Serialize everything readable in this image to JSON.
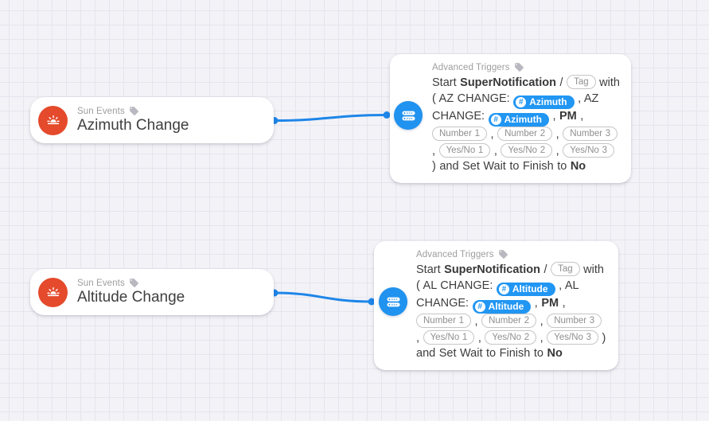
{
  "colors": {
    "background": "#f3f2f7",
    "grid_line": "#e6e5ed",
    "accent_blue": "#2196f3",
    "edge_blue": "#1e86e8",
    "sun_red": "#e44a2b"
  },
  "hash_symbol": "#",
  "nodes": {
    "trigger1": {
      "category": "Sun Events",
      "title": "Azimuth Change"
    },
    "trigger2": {
      "category": "Sun Events",
      "title": "Altitude Change"
    },
    "action1": {
      "category": "Advanced Triggers",
      "segments": [
        {
          "t": "text",
          "v": "Start "
        },
        {
          "t": "b",
          "v": "SuperNotification"
        },
        {
          "t": "text",
          "v": " / "
        },
        {
          "t": "pill",
          "v": "Tag"
        },
        {
          "t": "text",
          "v": " with ( AZ CHANGE: "
        },
        {
          "t": "bluepill",
          "v": "Azimuth"
        },
        {
          "t": "text",
          "v": " , AZ CHANGE: "
        },
        {
          "t": "bluepill",
          "v": "Azimuth"
        },
        {
          "t": "text",
          "v": " , "
        },
        {
          "t": "b",
          "v": "PM"
        },
        {
          "t": "text",
          "v": " , "
        },
        {
          "t": "pill",
          "v": "Number 1"
        },
        {
          "t": "text",
          "v": " , "
        },
        {
          "t": "pill",
          "v": "Number 2"
        },
        {
          "t": "text",
          "v": " , "
        },
        {
          "t": "pill",
          "v": "Number 3"
        },
        {
          "t": "text",
          "v": " , "
        },
        {
          "t": "pill",
          "v": "Yes/No 1"
        },
        {
          "t": "text",
          "v": " , "
        },
        {
          "t": "pill",
          "v": "Yes/No 2"
        },
        {
          "t": "text",
          "v": " , "
        },
        {
          "t": "pill",
          "v": "Yes/No 3"
        },
        {
          "t": "text",
          "v": " ) and Set Wait to Finish to "
        },
        {
          "t": "b",
          "v": "No"
        }
      ]
    },
    "action2": {
      "category": "Advanced Triggers",
      "segments": [
        {
          "t": "text",
          "v": "Start "
        },
        {
          "t": "b",
          "v": "SuperNotification"
        },
        {
          "t": "text",
          "v": " / "
        },
        {
          "t": "pill",
          "v": "Tag"
        },
        {
          "t": "text",
          "v": " with ( AL CHANGE: "
        },
        {
          "t": "bluepill",
          "v": "Altitude"
        },
        {
          "t": "text",
          "v": " , AL CHANGE: "
        },
        {
          "t": "bluepill",
          "v": "Altitude"
        },
        {
          "t": "text",
          "v": " , "
        },
        {
          "t": "b",
          "v": "PM"
        },
        {
          "t": "text",
          "v": " , "
        },
        {
          "t": "pill",
          "v": "Number 1"
        },
        {
          "t": "text",
          "v": " , "
        },
        {
          "t": "pill",
          "v": "Number 2"
        },
        {
          "t": "text",
          "v": " , "
        },
        {
          "t": "pill",
          "v": "Number 3"
        },
        {
          "t": "text",
          "v": " , "
        },
        {
          "t": "pill",
          "v": "Yes/No 1"
        },
        {
          "t": "text",
          "v": " , "
        },
        {
          "t": "pill",
          "v": "Yes/No 2"
        },
        {
          "t": "text",
          "v": " , "
        },
        {
          "t": "pill",
          "v": "Yes/No 3"
        },
        {
          "t": "text",
          "v": " ) and Set Wait to Finish to "
        },
        {
          "t": "b",
          "v": "No"
        }
      ]
    }
  }
}
